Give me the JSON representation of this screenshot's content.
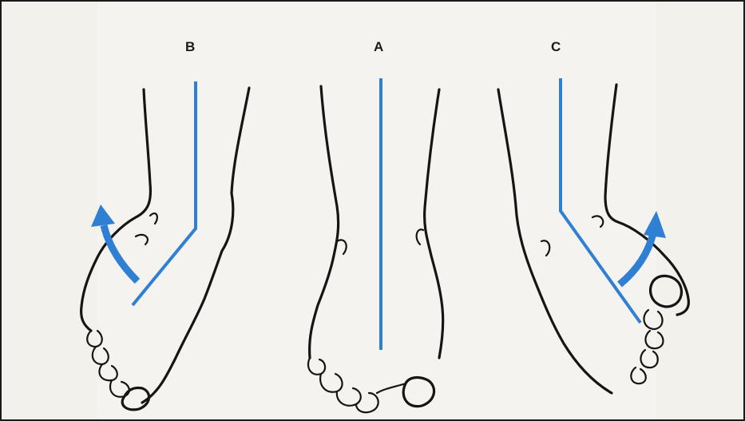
{
  "labels": {
    "left": "B",
    "center": "A",
    "right": "C"
  },
  "colors": {
    "background": "#f3f1ec",
    "ink": "#151515",
    "axis_line": "#2f7fd2",
    "arrow": "#2f7fd2"
  },
  "icons": {
    "left_arrow": "curved-arrow-up-left-icon",
    "right_arrow": "curved-arrow-up-right-icon"
  }
}
